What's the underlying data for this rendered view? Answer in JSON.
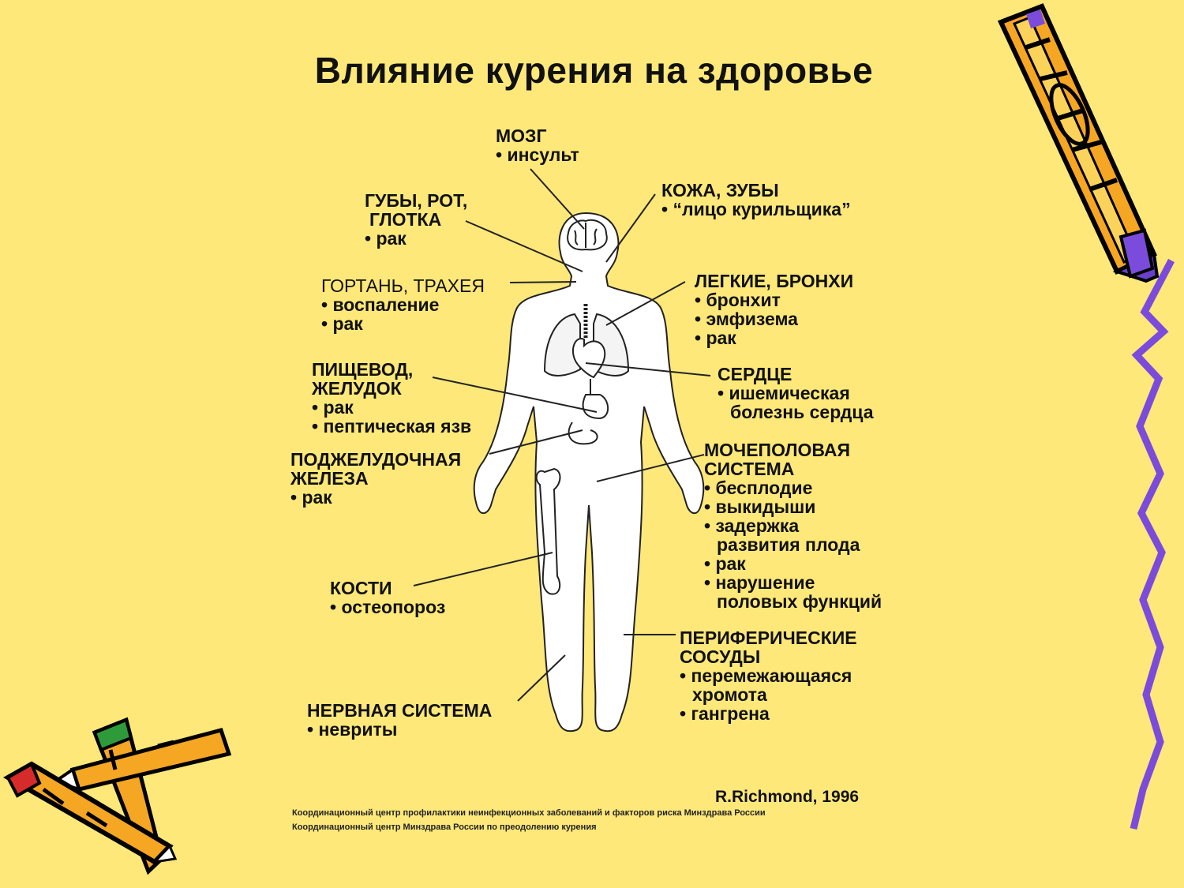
{
  "title": "Влияние курения на здоровье",
  "labels": {
    "brain": {
      "heading": "МОЗГ",
      "items": [
        "инсульт"
      ]
    },
    "skin": {
      "heading": "КОЖА, ЗУБЫ",
      "items": [
        "“лицо курильщика”"
      ]
    },
    "lips": {
      "heading1": "ГУБЫ, РОТ,",
      "heading2": "ГЛОТКА",
      "items": [
        "рак"
      ]
    },
    "larynx": {
      "heading": "ГОРТАНЬ, ТРАХЕЯ",
      "items": [
        "воспаление",
        "рак"
      ]
    },
    "lungs": {
      "heading": "ЛЕГКИЕ, БРОНХИ",
      "items": [
        "бронхит",
        "эмфизема",
        "рак"
      ]
    },
    "esophagus": {
      "heading1": "ПИЩЕВОД,",
      "heading2": "ЖЕЛУДОК",
      "items": [
        "рак",
        "пептическая язв"
      ]
    },
    "heart": {
      "heading": "СЕРДЦЕ",
      "item": "ишемическая",
      "cont": "болезнь сердца"
    },
    "pancreas": {
      "heading1": "ПОДЖЕЛУДОЧНАЯ",
      "heading2": "ЖЕЛЕЗА",
      "items": [
        "рак"
      ]
    },
    "urogenital": {
      "heading1": "МОЧЕПОЛОВАЯ",
      "heading2": "СИСТЕМА",
      "items": [
        "бесплодие",
        "выкидыши",
        "задержка",
        "развития плода",
        "рак",
        "нарушение",
        "половых функций"
      ]
    },
    "bones": {
      "heading": "КОСТИ",
      "items": [
        "остеопороз"
      ]
    },
    "vessels": {
      "heading1": "ПЕРИФЕРИЧЕСКИЕ",
      "heading2": "СОСУДЫ",
      "items": [
        "перемежающаяся",
        "хромота",
        "гангрена"
      ]
    },
    "nerves": {
      "heading": "НЕРВНАЯ СИСТЕМА",
      "items": [
        "невриты"
      ]
    }
  },
  "credit": "R.Richmond, 1996",
  "footer": {
    "line1": "Координационный центр профилактики неинфекционных заболеваний и факторов риска Минздрава России",
    "line2": "Координационный центр Минздрава России по преодолению курения"
  },
  "colors": {
    "background": "#fde879",
    "pencil_body": "#f5a623",
    "accent_purple": "#7b4bdb",
    "body_fill": "#ffffff"
  },
  "icons": [
    "pencil-icon",
    "crossed-pencils-icon",
    "human-body-diagram"
  ]
}
